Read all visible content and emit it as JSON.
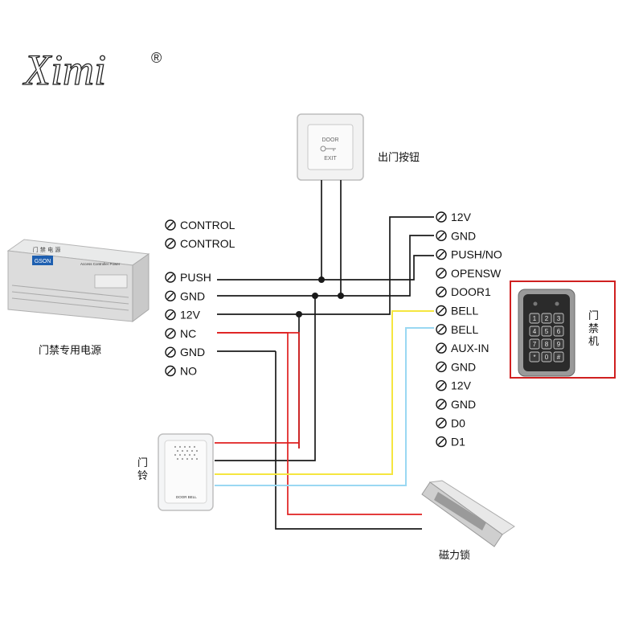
{
  "logo": {
    "text": "Ximi",
    "registered": "®"
  },
  "devices": {
    "exit_button": {
      "label": "出门按钮",
      "face_top": "DOOR",
      "face_bottom": "EXIT"
    },
    "power_supply": {
      "label": "门禁专用电源",
      "brand": "GSON",
      "face_title": "门 禁 电 源",
      "face_subtitle": "Access Controller Power"
    },
    "controller": {
      "label": "门禁机",
      "keys": [
        "1",
        "2",
        "3",
        "4",
        "5",
        "6",
        "7",
        "8",
        "9",
        "*",
        "0",
        "#"
      ]
    },
    "doorbell": {
      "label": "门铃",
      "face_text": "DOOR BELL"
    },
    "maglock": {
      "label": "磁力锁"
    }
  },
  "power_terminals": [
    "CONTROL",
    "CONTROL",
    "PUSH",
    "GND",
    "12V",
    "NC",
    "GND",
    "NO"
  ],
  "controller_terminals": [
    "12V",
    "GND",
    "PUSH/NO",
    "OPENSW",
    "DOOR1",
    "BELL",
    "BELL",
    "AUX-IN",
    "GND",
    "12V",
    "GND",
    "D0",
    "D1"
  ],
  "colors": {
    "black_wire": "#1a1a1a",
    "red_wire": "#e02020",
    "yellow_wire": "#f5e640",
    "blue_wire": "#9ad8f2",
    "controller_frame": "#d02020"
  }
}
